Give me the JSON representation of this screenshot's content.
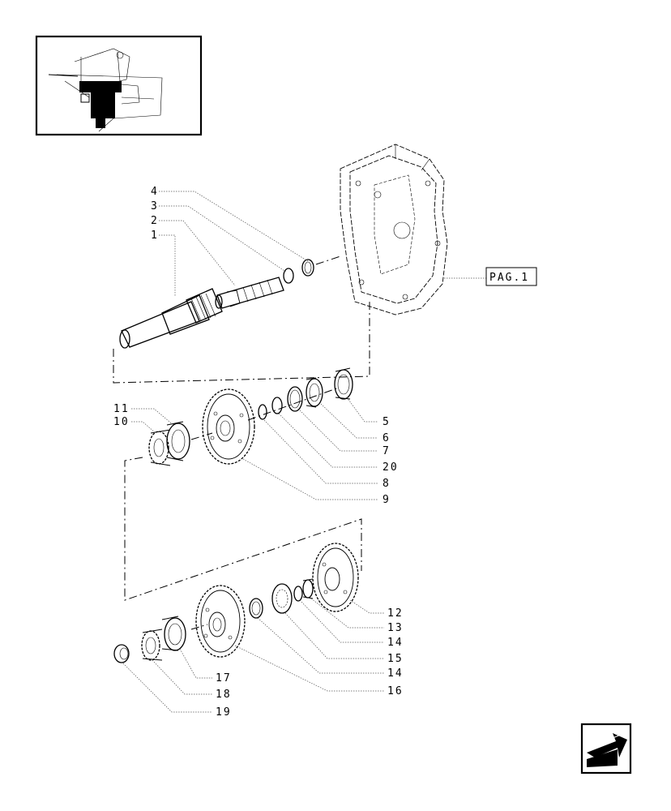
{
  "reference_label": "PAG.1",
  "callouts": [
    {
      "id": "c1",
      "text": "1"
    },
    {
      "id": "c2",
      "text": "2"
    },
    {
      "id": "c3",
      "text": "3"
    },
    {
      "id": "c4",
      "text": "4"
    },
    {
      "id": "c5",
      "text": "5"
    },
    {
      "id": "c6",
      "text": "6"
    },
    {
      "id": "c7",
      "text": "7"
    },
    {
      "id": "c20",
      "text": "20"
    },
    {
      "id": "c8",
      "text": "8"
    },
    {
      "id": "c9",
      "text": "9"
    },
    {
      "id": "c11",
      "text": "11"
    },
    {
      "id": "c10",
      "text": "10"
    },
    {
      "id": "c12",
      "text": "12"
    },
    {
      "id": "c13",
      "text": "13"
    },
    {
      "id": "c14a",
      "text": "14"
    },
    {
      "id": "c15",
      "text": "15"
    },
    {
      "id": "c14b",
      "text": "14"
    },
    {
      "id": "c16",
      "text": "16"
    },
    {
      "id": "c17",
      "text": "17"
    },
    {
      "id": "c18",
      "text": "18"
    },
    {
      "id": "c19",
      "text": "19"
    }
  ],
  "icons": {
    "thumbnail": "transmission-location-thumbnail",
    "navigation": "back-arrow-icon"
  }
}
